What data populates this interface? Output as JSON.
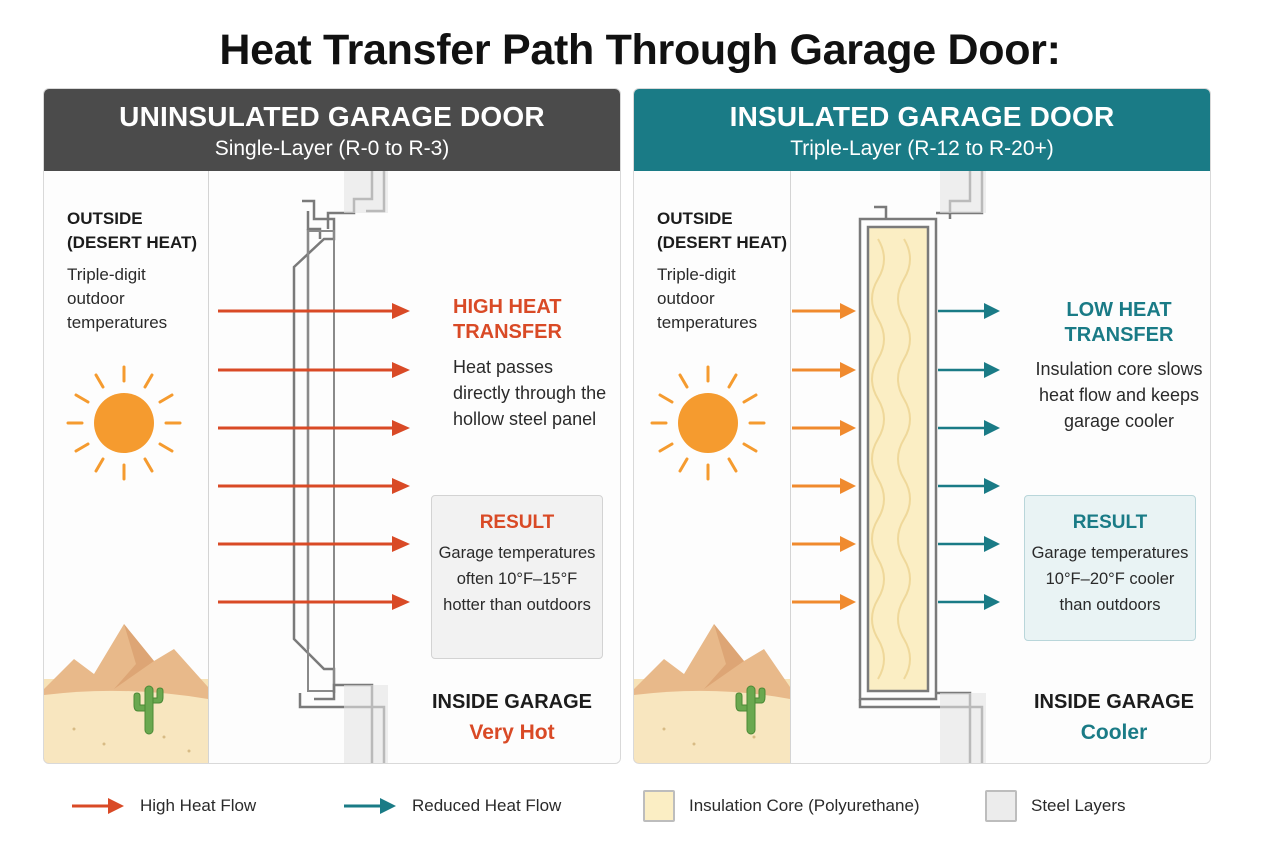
{
  "title": "Heat Transfer Path Through Garage Door:",
  "colors": {
    "high_heat": "#d94a26",
    "reduced_heat": "#1a7b86",
    "outside_arrow": "#f08a2e",
    "insulation": "#fbeec4",
    "steel": "#ececec",
    "sun": "#f59b2f"
  },
  "uninsulated": {
    "title": "UNINSULATED GARAGE DOOR",
    "subtitle": "Single-Layer (R-0 to R-3)",
    "outside_label": "OUTSIDE (DESERT HEAT)",
    "outside_desc": "Triple-digit outdoor temperatures",
    "transfer_title": "HIGH HEAT TRANSFER",
    "transfer_desc": "Heat passes directly through the hollow steel panel",
    "result_title": "RESULT",
    "result_text": "Garage temperatures often 10°F–15°F hotter than outdoors",
    "inside_title": "INSIDE GARAGE",
    "inside_status": "Very Hot"
  },
  "insulated": {
    "title": "INSULATED GARAGE DOOR",
    "subtitle": "Triple-Layer (R-12 to R-20+)",
    "outside_label": "OUTSIDE (DESERT HEAT)",
    "outside_desc": "Triple-digit outdoor temperatures",
    "transfer_title": "LOW HEAT TRANSFER",
    "transfer_desc": "Insulation core slows heat flow and keeps garage cooler",
    "result_title": "RESULT",
    "result_text": "Garage temperatures 10°F–20°F cooler than outdoors",
    "inside_title": "INSIDE GARAGE",
    "inside_status": "Cooler"
  },
  "legend": {
    "high_heat": "High Heat Flow",
    "reduced_heat": "Reduced Heat Flow",
    "insulation": "Insulation Core (Polyurethane)",
    "steel": "Steel Layers"
  },
  "icons": [
    "sun-icon",
    "desert-mountains-icon",
    "cactus-icon",
    "heat-arrow-icon"
  ]
}
